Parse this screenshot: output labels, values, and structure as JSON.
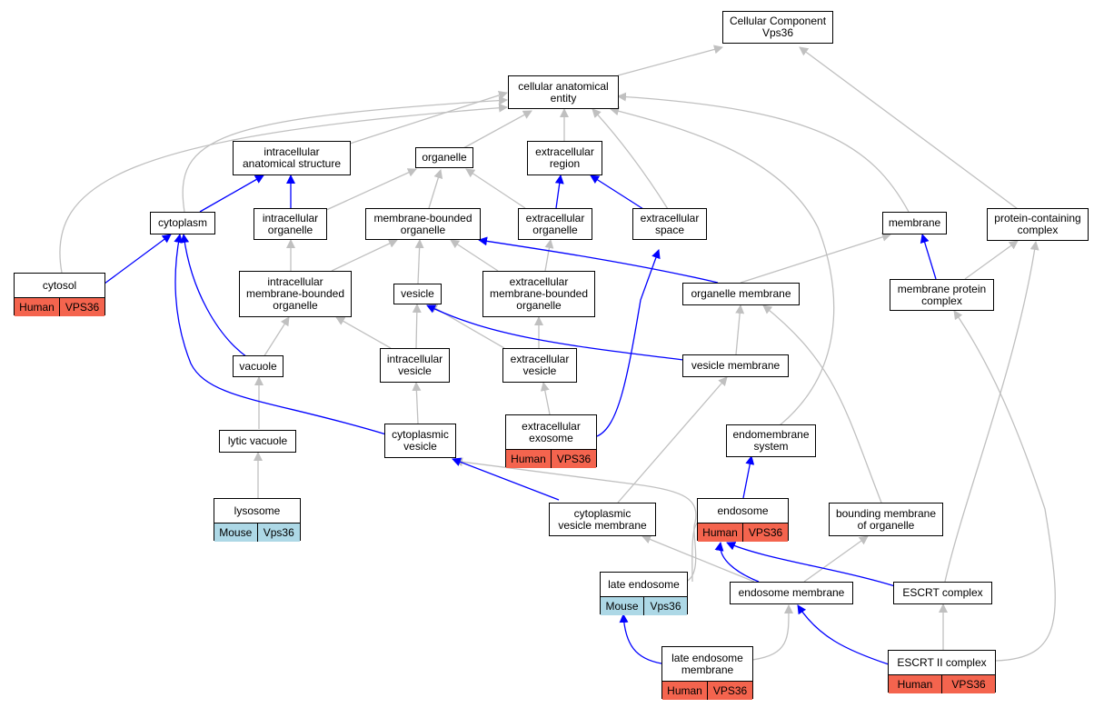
{
  "nodes": {
    "root": "Cellular Component\nVps36",
    "cae": "cellular anatomical\nentity",
    "ias": "intracellular\nanatomical structure",
    "organelle": "organelle",
    "ecr": "extracellular\nregion",
    "cytoplasm": "cytoplasm",
    "io": "intracellular\norganelle",
    "mbo": "membrane-bounded\norganelle",
    "eo": "extracellular\norganelle",
    "es": "extracellular\nspace",
    "membrane": "membrane",
    "pcc": "protein-containing\ncomplex",
    "cytosol": "cytosol",
    "imbo": "intracellular\nmembrane-bounded\norganelle",
    "vesicle": "vesicle",
    "embo": "extracellular\nmembrane-bounded\norganelle",
    "om": "organelle membrane",
    "mpc": "membrane protein\ncomplex",
    "vacuole": "vacuole",
    "iv": "intracellular\nvesicle",
    "ev": "extracellular\nvesicle",
    "vm": "vesicle membrane",
    "lv": "lytic vacuole",
    "cv": "cytoplasmic\nvesicle",
    "exo": "extracellular\nexosome",
    "ems": "endomembrane\nsystem",
    "lysosome": "lysosome",
    "cvm": "cytoplasmic\nvesicle membrane",
    "endosome": "endosome",
    "bmo": "bounding membrane\nof organelle",
    "le": "late endosome",
    "em": "endosome membrane",
    "escrt": "ESCRT complex",
    "lem": "late endosome\nmembrane",
    "escrt2": "ESCRT II complex"
  },
  "annotations": {
    "cytosol": [
      "Human",
      "VPS36"
    ],
    "exo": [
      "Human",
      "VPS36"
    ],
    "endosome": [
      "Human",
      "VPS36"
    ],
    "lem": [
      "Human",
      "VPS36"
    ],
    "escrt2": [
      "Human",
      "VPS36"
    ],
    "lysosome": [
      "Mouse",
      "Vps36"
    ],
    "le": [
      "Mouse",
      "Vps36"
    ]
  },
  "colors": {
    "human": "#f4644e",
    "mouse": "#add8e6",
    "is_a_edge": "#c0c0c0",
    "part_of_edge": "#0000ff"
  }
}
